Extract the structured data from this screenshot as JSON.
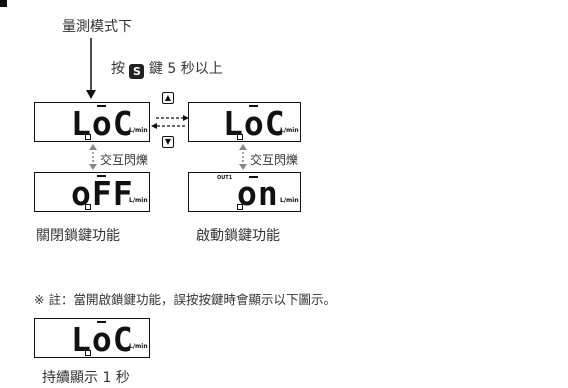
{
  "header": {
    "mode_label": "量測模式下",
    "press_prefix": "按",
    "key_glyph": "S",
    "press_suffix": "鍵 5 秒以上"
  },
  "displays": {
    "loc_left": {
      "value": "LoC",
      "unit": "L/min"
    },
    "loc_right": {
      "value": "LoC",
      "unit": "L/min"
    },
    "off": {
      "value": "oFF",
      "unit": "L/min"
    },
    "on": {
      "value": "on",
      "unit": "L/min",
      "indicator": "OUT1"
    },
    "loc_note": {
      "value": "LoC",
      "unit": "L/min"
    }
  },
  "buttons": {
    "up_glyph": "▲",
    "down_glyph": "▼"
  },
  "labels": {
    "alternate_left": "交互閃爍",
    "alternate_right": "交互閃爍",
    "lock_off": "關閉鎖鍵功能",
    "lock_on": "啟動鎖鍵功能",
    "note": "※ 註：當開啟鎖鍵功能，誤按按鍵時會顯示以下圖示。",
    "duration": "持續顯示 1 秒"
  },
  "icons": {
    "corner_marker": "corner-marker-icon",
    "arrow_down": "arrow-down-icon",
    "dashed_arrow": "dashed-arrow-icon",
    "up_key": "up-key-icon",
    "down_key": "down-key-icon"
  }
}
